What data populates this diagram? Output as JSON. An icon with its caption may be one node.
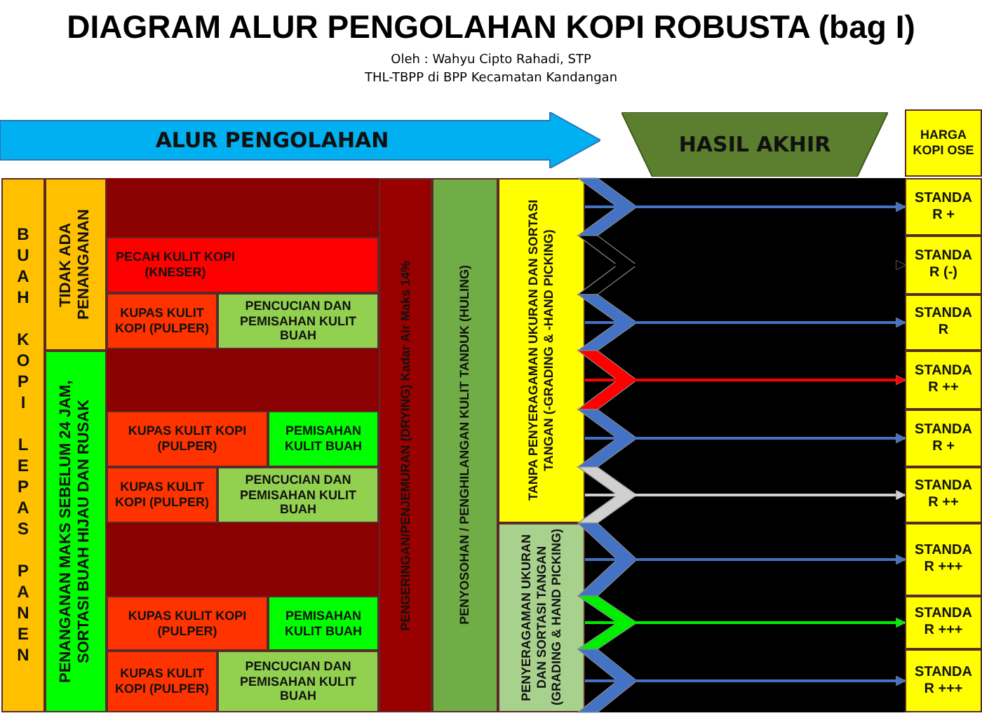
{
  "diagram": {
    "title": "DIAGRAM ALUR PENGOLAHAN KOPI ROBUSTA (bag I)",
    "nodes": [
      {
        "text": [
          "ALUR PENGOLAHAN"
        ]
      },
      {
        "text": [
          "HASIL AKHIR"
        ]
      },
      {
        "text": [
          "HARGA KOPI OSE"
        ]
      },
      {
        "text": [
          "BUAH KOPI LEPAS PANEN"
        ]
      },
      {
        "text": [
          "TIDAK ADA PENANGANAN"
        ]
      },
      {
        "text": [
          "PENANGANAN MAKS SEBELUM 24 JAM, SORTASI BUAH HIJAU DAN RUSAK"
        ]
      },
      {
        "text": [
          "PECAH KULIT KOPI (KNESER)"
        ]
      },
      {
        "text": [
          "KUPAS KULIT KOPI (PULPER)"
        ]
      },
      {
        "text": [
          "PENCUCIAN DAN PEMISAHAN KULIT BUAH"
        ]
      },
      {
        "text": [
          "KUPAS KULIT KOPI (PULPER)"
        ]
      },
      {
        "text": [
          "PEMISAHAN KULIT BUAH"
        ]
      },
      {
        "text": [
          "KUPAS KULIT KOPI (PULPER)"
        ]
      },
      {
        "text": [
          "PENCUCIAN DAN PEMISAHAN KULIT BUAH"
        ]
      },
      {
        "text": [
          "KUPAS KULIT KOPI (PULPER)"
        ]
      },
      {
        "text": [
          "PEMISAHAN KULIT BUAH"
        ]
      },
      {
        "text": [
          "KUPAS KULIT KOPI (PULPER)"
        ]
      },
      {
        "text": [
          "PENCUCIAN DAN PEMISAHAN KULIT BUAH"
        ]
      },
      {
        "text": [
          "PENGERINGAN/PENJEMURAN (DRYING) Kadar Air Maks 14%"
        ]
      },
      {
        "text": [
          "PENYOSOHAN / PENGHILANGAN KULIT TANDUK (HULING)"
        ]
      },
      {
        "text": [
          "TANPA PENYERAGAMAN UKURAN DAN SORTASI TANGAN (-GRADING & -HAND PICKING)"
        ]
      },
      {
        "text": [
          "PENYERAGAMAN UKURAN DAN SORTASI TANGAN (GRADING & HAND PICKING)"
        ]
      },
      {
        "text": [
          "STANDAR +"
        ]
      },
      {
        "text": [
          "STANDAR (-)"
        ]
      },
      {
        "text": [
          "STANDAR"
        ]
      },
      {
        "text": [
          "STANDAR ++"
        ]
      },
      {
        "text": [
          "STANDAR +"
        ]
      },
      {
        "text": [
          "STANDAR ++"
        ]
      },
      {
        "text": [
          "STANDAR +++"
        ]
      },
      {
        "text": [
          "STANDAR +++"
        ]
      },
      {
        "text": [
          "STANDAR +++"
        ]
      }
    ],
    "edges": [
      {
        "from": 19,
        "to": 21,
        "arrow": "to"
      },
      {
        "from": 19,
        "to": 22,
        "arrow": "to",
        "color": "#000000"
      },
      {
        "from": 19,
        "to": 23,
        "arrow": "to"
      },
      {
        "from": 19,
        "to": 24,
        "arrow": "to",
        "color": "#ff0000"
      },
      {
        "from": 19,
        "to": 25,
        "arrow": "to"
      },
      {
        "from": 19,
        "to": 26,
        "arrow": "to",
        "color": "#d0d0d0"
      },
      {
        "from": 20,
        "to": 27,
        "arrow": "to"
      },
      {
        "from": 20,
        "to": 28,
        "arrow": "to",
        "color": "#00ee00"
      },
      {
        "from": 20,
        "to": 29,
        "arrow": "to"
      }
    ],
    "labels": [
      "Oleh : Wahyu Cipto Rahadi, STP",
      "THL-TBPP di BPP Kecamatan Kandangan"
    ]
  }
}
